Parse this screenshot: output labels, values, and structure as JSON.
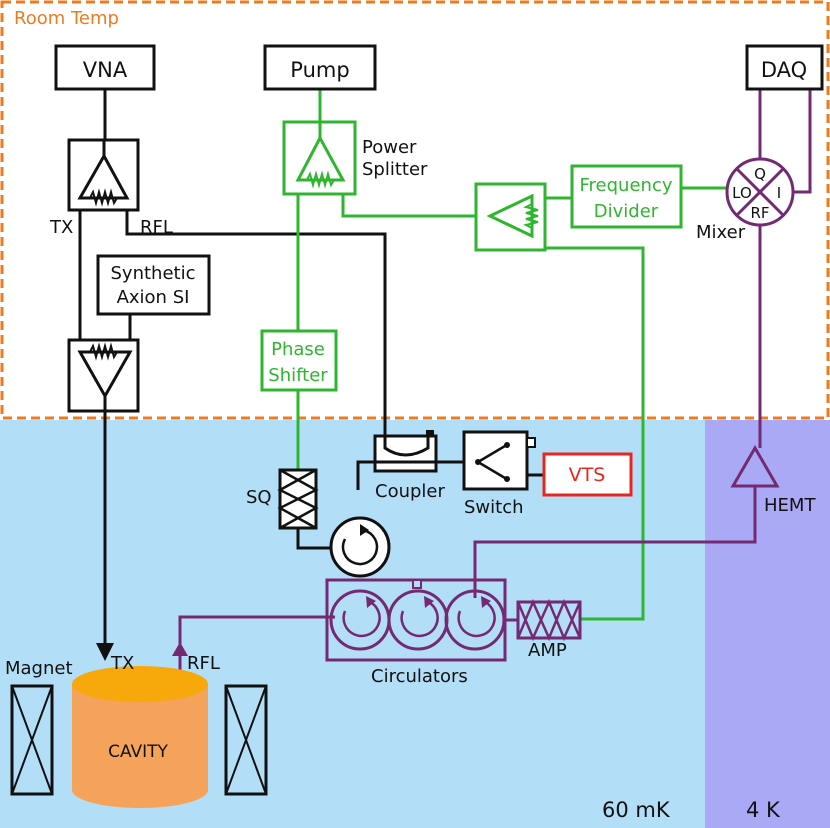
{
  "zones": {
    "room_temp": "Room Temp",
    "mk60": "60 mK",
    "k4": "4 K"
  },
  "labels": {
    "vna": "VNA",
    "pump": "Pump",
    "daq": "DAQ",
    "power_splitter_1": "Power",
    "power_splitter_2": "Splitter",
    "freq_divider_1": "Frequency",
    "freq_divider_2": "Divider",
    "mixer": "Mixer",
    "mixer_q": "Q",
    "mixer_i": "I",
    "mixer_lo": "LO",
    "mixer_rf": "RF",
    "tx_top": "TX",
    "rfl_top": "RFL",
    "synthetic_1": "Synthetic",
    "synthetic_2": "Axion SI",
    "phase_1": "Phase",
    "phase_2": "Shifter",
    "coupler": "Coupler",
    "switch": "Switch",
    "vts": "VTS",
    "sq": "SQ",
    "hemt": "HEMT",
    "circulators": "Circulators",
    "amp": "AMP",
    "magnet": "Magnet",
    "tx_cavity": "TX",
    "rfl_cavity": "RFL",
    "cavity": "CAVITY"
  },
  "colors": {
    "room_temp_border": "#f07a1e",
    "mk60_fill": "#b3def7",
    "k4_fill": "#a9a9f5",
    "green": "#2fb52f",
    "purple": "#742a73",
    "black": "#111111",
    "vts_red": "#e8261f",
    "cavity_fill": "#f5a35a",
    "cavity_top": "#f7a90c"
  }
}
